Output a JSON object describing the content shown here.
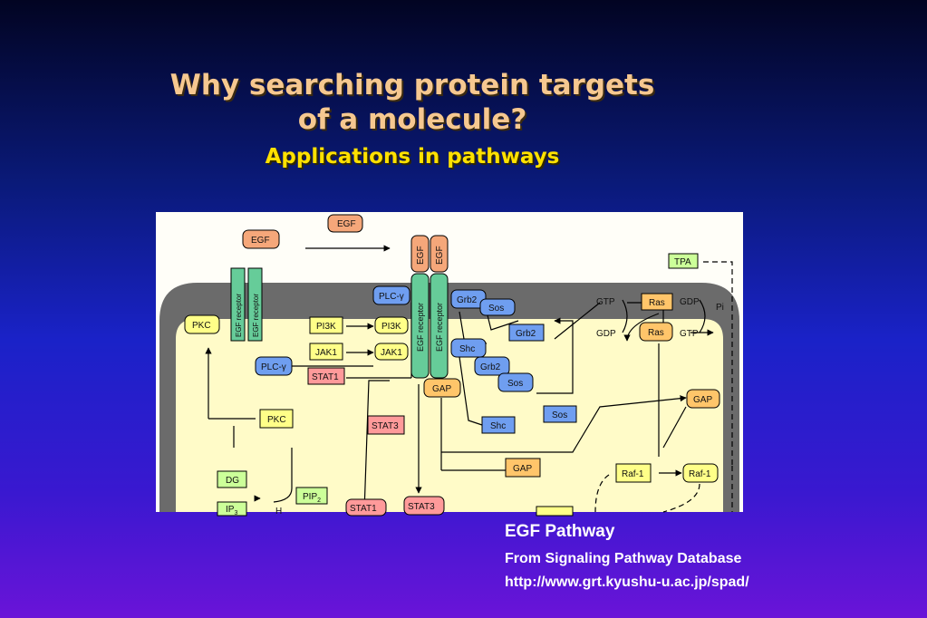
{
  "slide": {
    "title_line1": "Why searching protein targets",
    "title_line2": "of a molecule?",
    "subtitle": "Applications in pathways"
  },
  "caption": {
    "heading": "EGF Pathway",
    "source": "From Signaling Pathway Database",
    "url": "http://www.grt.kyushu-u.ac.jp/spad/"
  },
  "colors": {
    "orange": "#f5a77a",
    "yellow": "#ffff88",
    "blue": "#6f9ef0",
    "green": "#66cc99",
    "pink": "#ff9a9a",
    "lightgreen": "#ccff99",
    "gap": "#ffc56a",
    "cytoplasm": "#fffbc8",
    "membrane": "#6b6b6b"
  },
  "diagram": {
    "nodes": {
      "egf_top": "EGF",
      "egf_left": "EGF",
      "egf_bound1": "EGF",
      "egf_bound2": "EGF",
      "receptor_a": "EGF receptor",
      "receptor_b": "EGF receptor",
      "receptor_c": "EGF receptor",
      "receptor_d": "EGF receptor",
      "tpa": "TPA",
      "pkc_left": "PKC",
      "plcg_top": "PLC-γ",
      "plcg_left": "PLC-γ",
      "pi3k_a": "PI3K",
      "pi3k_b": "PI3K",
      "jak1_a": "JAK1",
      "jak1_b": "JAK1",
      "stat1_a": "STAT1",
      "stat3_a": "STAT3",
      "stat1_b": "STAT1",
      "stat3_b": "STAT3",
      "gap_a": "GAP",
      "gap_b": "GAP",
      "gap_c": "GAP",
      "grb2_a": "Grb2",
      "sos_a": "Sos",
      "grb2_b": "Grb2",
      "shc_a": "Shc",
      "grb2_c": "Grb2",
      "sos_b": "Sos",
      "sos_c": "Sos",
      "shc_b": "Shc",
      "ras_a": "Ras",
      "ras_b": "Ras",
      "raf_a": "Raf-1",
      "raf_b": "Raf-1",
      "pkc_mid": "PKC",
      "dg": "DG",
      "pip2": "PIP",
      "pip2_sub": "2",
      "ip3": "IP",
      "ip3_sub": "3",
      "h2o": "H",
      "gtp_a": "GTP",
      "gdp_a": "GDP",
      "pi": "Pi",
      "gdp_b": "GDP",
      "gtp_b": "GTP"
    }
  }
}
